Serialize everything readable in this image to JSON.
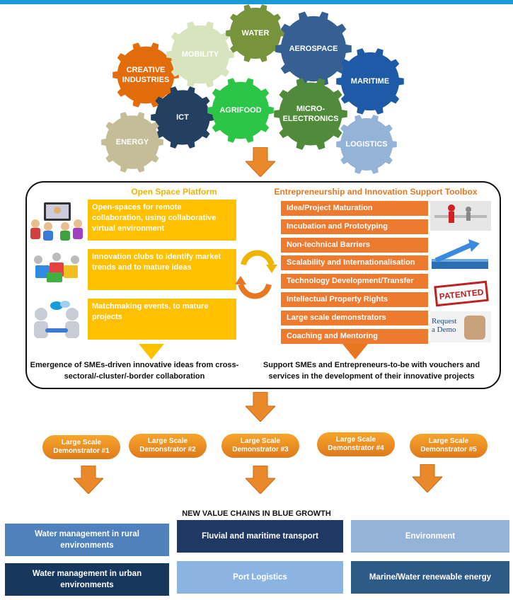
{
  "colors": {
    "top_bar": "#1a9ad6",
    "yellow": "#ffc000",
    "orange": "#ee7a30",
    "arrow": "#e9892a",
    "title_yellow": "#f0b400",
    "title_orange": "#e87722"
  },
  "gears": [
    {
      "label": "CREATIVE\nINDUSTRIES",
      "color": "#e36c0a"
    },
    {
      "label": "MOBILITY",
      "color": "#d7e4bd"
    },
    {
      "label": "WATER",
      "color": "#77933c"
    },
    {
      "label": "AEROSPACE",
      "color": "#366092"
    },
    {
      "label": "MARITIME",
      "color": "#1f5aa6"
    },
    {
      "label": "ICT",
      "color": "#244061"
    },
    {
      "label": "AGRIFOOD",
      "color": "#2bc548"
    },
    {
      "label": "MICRO-\nELECTRONICS",
      "color": "#4f8b3a"
    },
    {
      "label": "ENERGY",
      "color": "#c4bd97"
    },
    {
      "label": "LOGISTICS",
      "color": "#95b3d7"
    }
  ],
  "open_space": {
    "title": "Open Space Platform",
    "items": [
      "Open-spaces for remote collaboration, using collaborative virtual environment",
      "Innovation clubs to identify market trends and to mature ideas",
      "Matchmaking events, to mature projects"
    ],
    "icons": [
      "video-conference-icon",
      "puzzle-team-icon",
      "chat-people-icon"
    ],
    "caption": "Emergence of SMEs-driven innovative ideas from cross-sectoral/-cluster/-border collaboration"
  },
  "toolbox": {
    "title": "Entrepreneurship and Innovation Support Toolbox",
    "items": [
      "Idea/Project Maturation",
      "Incubation and Prototyping",
      "Non-technical Barriers",
      "Scalability and Internationalisation",
      "Technology Development/Transfer",
      "Intellectual Property Rights",
      "Large scale demonstrators",
      "Coaching and Mentoring"
    ],
    "images": {
      "patented_stamp": "PATENTED",
      "request_demo": "Request\na Demo"
    },
    "caption": "Support SMEs and Entrepreneurs-to-be with vouchers and services in the development of their innovative projects"
  },
  "demonstrators": [
    "Large Scale\nDemonstrator #1",
    "Large Scale\nDemonstrator #2",
    "Large Scale\nDemonstrator #3",
    "Large Scale\nDemonstrator #4",
    "Large Scale\nDemonstrator #5"
  ],
  "value_chains": {
    "title": "NEW VALUE CHAINS IN BLUE GROWTH",
    "items": [
      {
        "label": "Water management in rural\nenvironments",
        "color": "#4f81bd"
      },
      {
        "label": "Fluvial and maritime transport",
        "color": "#1f3864"
      },
      {
        "label": "Environment",
        "color": "#95b3d7"
      },
      {
        "label": "Water management in urban\nenvironments",
        "color": "#17375e"
      },
      {
        "label": "Port Logistics",
        "color": "#8db3e2"
      },
      {
        "label": "Marine/Water renewable energy",
        "color": "#2e5a88"
      }
    ]
  }
}
